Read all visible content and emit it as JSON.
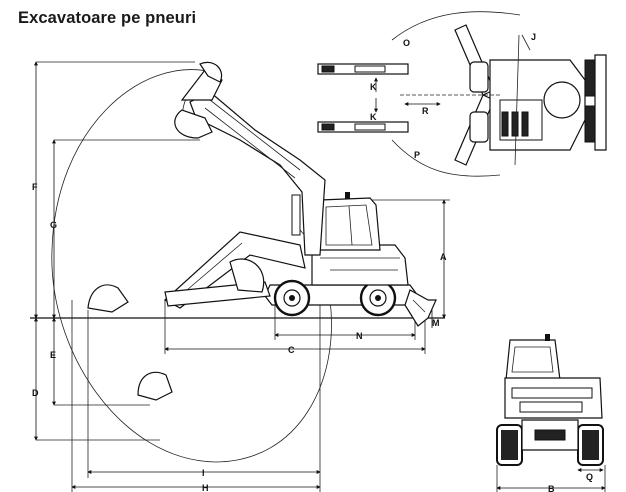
{
  "title": "Excavatoare pe pneuri",
  "dimension_labels": {
    "A": "A",
    "B": "B",
    "C": "C",
    "D": "D",
    "E": "E",
    "F": "F",
    "G": "G",
    "H": "H",
    "I": "I",
    "J": "J",
    "K1": "K",
    "K2": "K",
    "M": "M",
    "N": "N",
    "O": "O",
    "P": "P",
    "Q": "Q",
    "R": "R"
  }
}
